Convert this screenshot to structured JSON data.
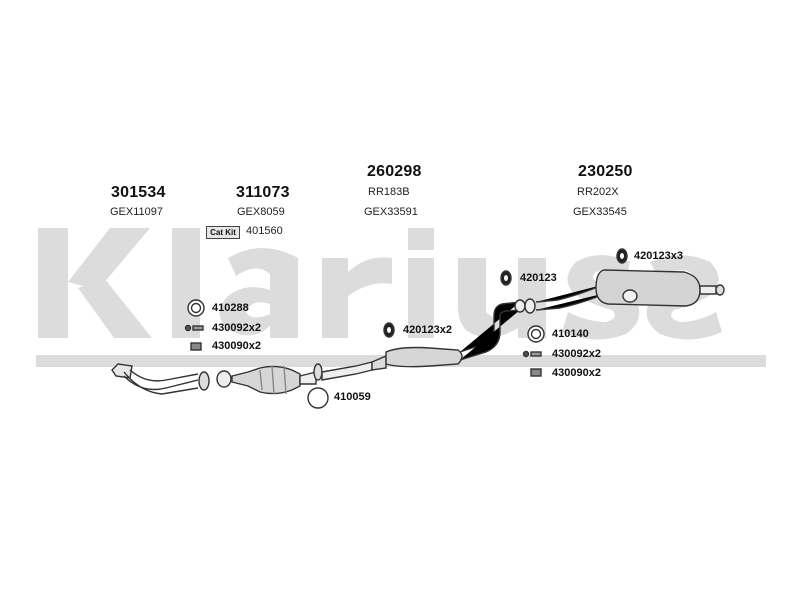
{
  "watermark": {
    "brand": "Klarius",
    "color": "#dcdcdc"
  },
  "groups": [
    {
      "part_number": "301534",
      "code": "GEX11097"
    },
    {
      "part_number": "311073",
      "code": "GEX8059"
    },
    {
      "part_number": "260298",
      "code": "RR183B",
      "code2": "GEX33591"
    },
    {
      "part_number": "230250",
      "code": "RR202X",
      "code2": "GEX33545"
    }
  ],
  "cat_kit": {
    "label": "Cat Kit",
    "number": "401560"
  },
  "fittings": [
    {
      "label": "410288",
      "icon": "gasket-ring-icon"
    },
    {
      "label": "430092x2",
      "icon": "bolt-icon"
    },
    {
      "label": "430090x2",
      "icon": "nut-icon"
    },
    {
      "label": "410059",
      "icon": "ring-clamp-icon"
    },
    {
      "label": "420123x2",
      "icon": "rubber-hanger-icon"
    },
    {
      "label": "420123",
      "icon": "rubber-hanger-icon"
    },
    {
      "label": "420123x3",
      "icon": "rubber-hanger-icon"
    },
    {
      "label": "410140",
      "icon": "gasket-ring-icon"
    },
    {
      "label": "430092x2",
      "icon": "bolt-icon"
    },
    {
      "label": "430090x2",
      "icon": "nut-icon"
    }
  ]
}
